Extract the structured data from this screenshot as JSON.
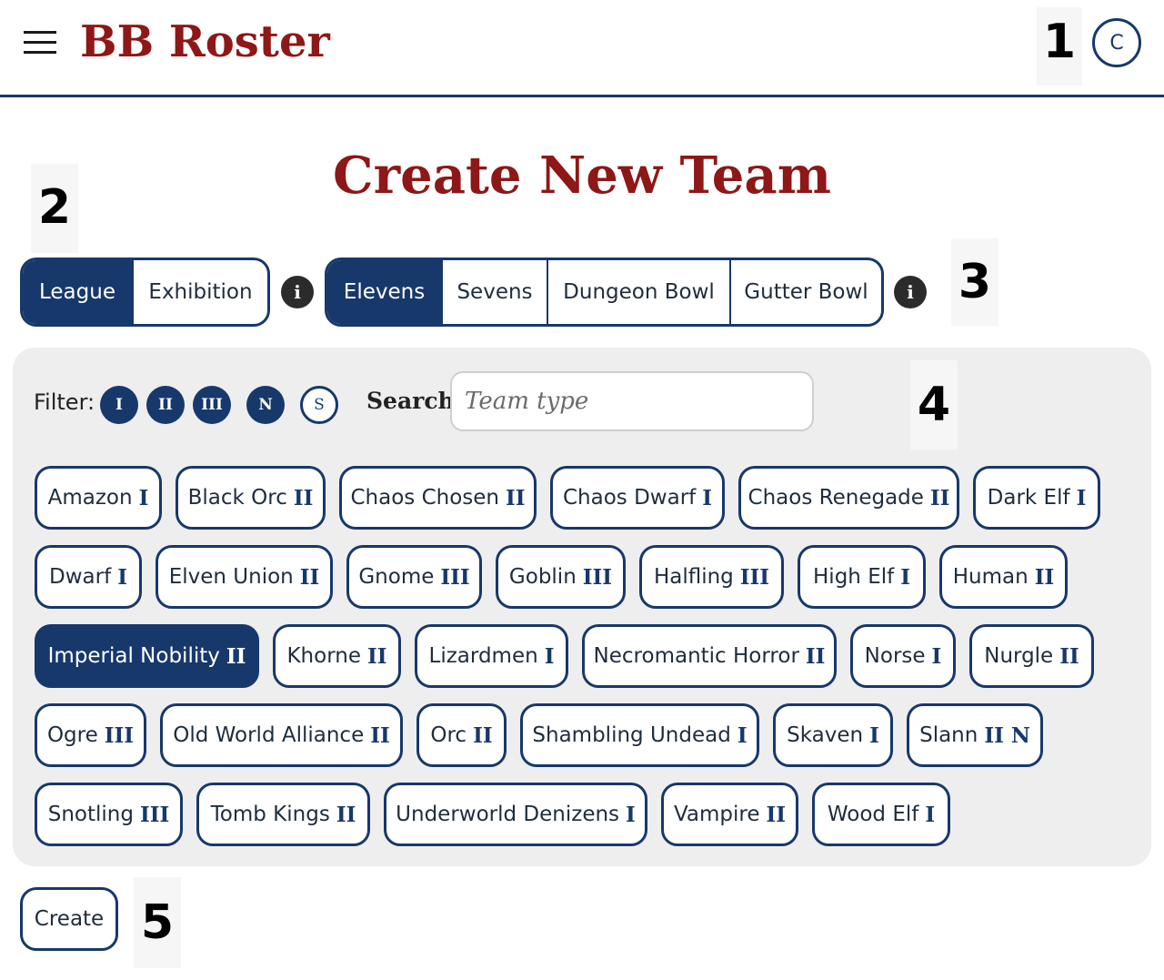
{
  "header": {
    "brand": "BB Roster",
    "user_initial": "C"
  },
  "page": {
    "title": "Create New Team"
  },
  "callouts": {
    "c1": "1",
    "c2": "2",
    "c3": "3",
    "c4": "4",
    "c5": "5"
  },
  "mode_toggle": {
    "options": [
      "League",
      "Exhibition"
    ],
    "selected": "League"
  },
  "format_toggle": {
    "options": [
      "Elevens",
      "Sevens",
      "Dungeon Bowl",
      "Gutter Bowl"
    ],
    "selected": "Elevens"
  },
  "info_icon_glyph": "i",
  "filter": {
    "label": "Filter:",
    "chips": [
      {
        "label": "I",
        "active": true
      },
      {
        "label": "II",
        "active": true
      },
      {
        "label": "III",
        "active": true
      },
      {
        "label": "N",
        "active": true
      },
      {
        "label": "S",
        "active": false
      }
    ]
  },
  "search": {
    "label": "Search",
    "placeholder": "Team type",
    "value": ""
  },
  "teams": [
    {
      "name": "Amazon",
      "tier": "I"
    },
    {
      "name": "Black Orc",
      "tier": "II"
    },
    {
      "name": "Chaos Chosen",
      "tier": "II"
    },
    {
      "name": "Chaos Dwarf",
      "tier": "I"
    },
    {
      "name": "Chaos Renegade",
      "tier": "II"
    },
    {
      "name": "Dark Elf",
      "tier": "I"
    },
    {
      "name": "Dwarf",
      "tier": "I"
    },
    {
      "name": "Elven Union",
      "tier": "II"
    },
    {
      "name": "Gnome",
      "tier": "III"
    },
    {
      "name": "Goblin",
      "tier": "III"
    },
    {
      "name": "Halfling",
      "tier": "III"
    },
    {
      "name": "High Elf",
      "tier": "I"
    },
    {
      "name": "Human",
      "tier": "II"
    },
    {
      "name": "Imperial Nobility",
      "tier": "II",
      "selected": true
    },
    {
      "name": "Khorne",
      "tier": "II"
    },
    {
      "name": "Lizardmen",
      "tier": "I"
    },
    {
      "name": "Necromantic Horror",
      "tier": "II"
    },
    {
      "name": "Norse",
      "tier": "I"
    },
    {
      "name": "Nurgle",
      "tier": "II"
    },
    {
      "name": "Ogre",
      "tier": "III"
    },
    {
      "name": "Old World Alliance",
      "tier": "II"
    },
    {
      "name": "Orc",
      "tier": "II"
    },
    {
      "name": "Shambling Undead",
      "tier": "I"
    },
    {
      "name": "Skaven",
      "tier": "I"
    },
    {
      "name": "Slann",
      "tier": "II N"
    },
    {
      "name": "Snotling",
      "tier": "III"
    },
    {
      "name": "Tomb Kings",
      "tier": "II"
    },
    {
      "name": "Underworld Denizens",
      "tier": "I"
    },
    {
      "name": "Vampire",
      "tier": "II"
    },
    {
      "name": "Wood Elf",
      "tier": "I"
    }
  ],
  "actions": {
    "create_label": "Create"
  },
  "colors": {
    "brand_red": "#8e1717",
    "navy": "#17386b",
    "panel_gray": "#eeeeee"
  }
}
